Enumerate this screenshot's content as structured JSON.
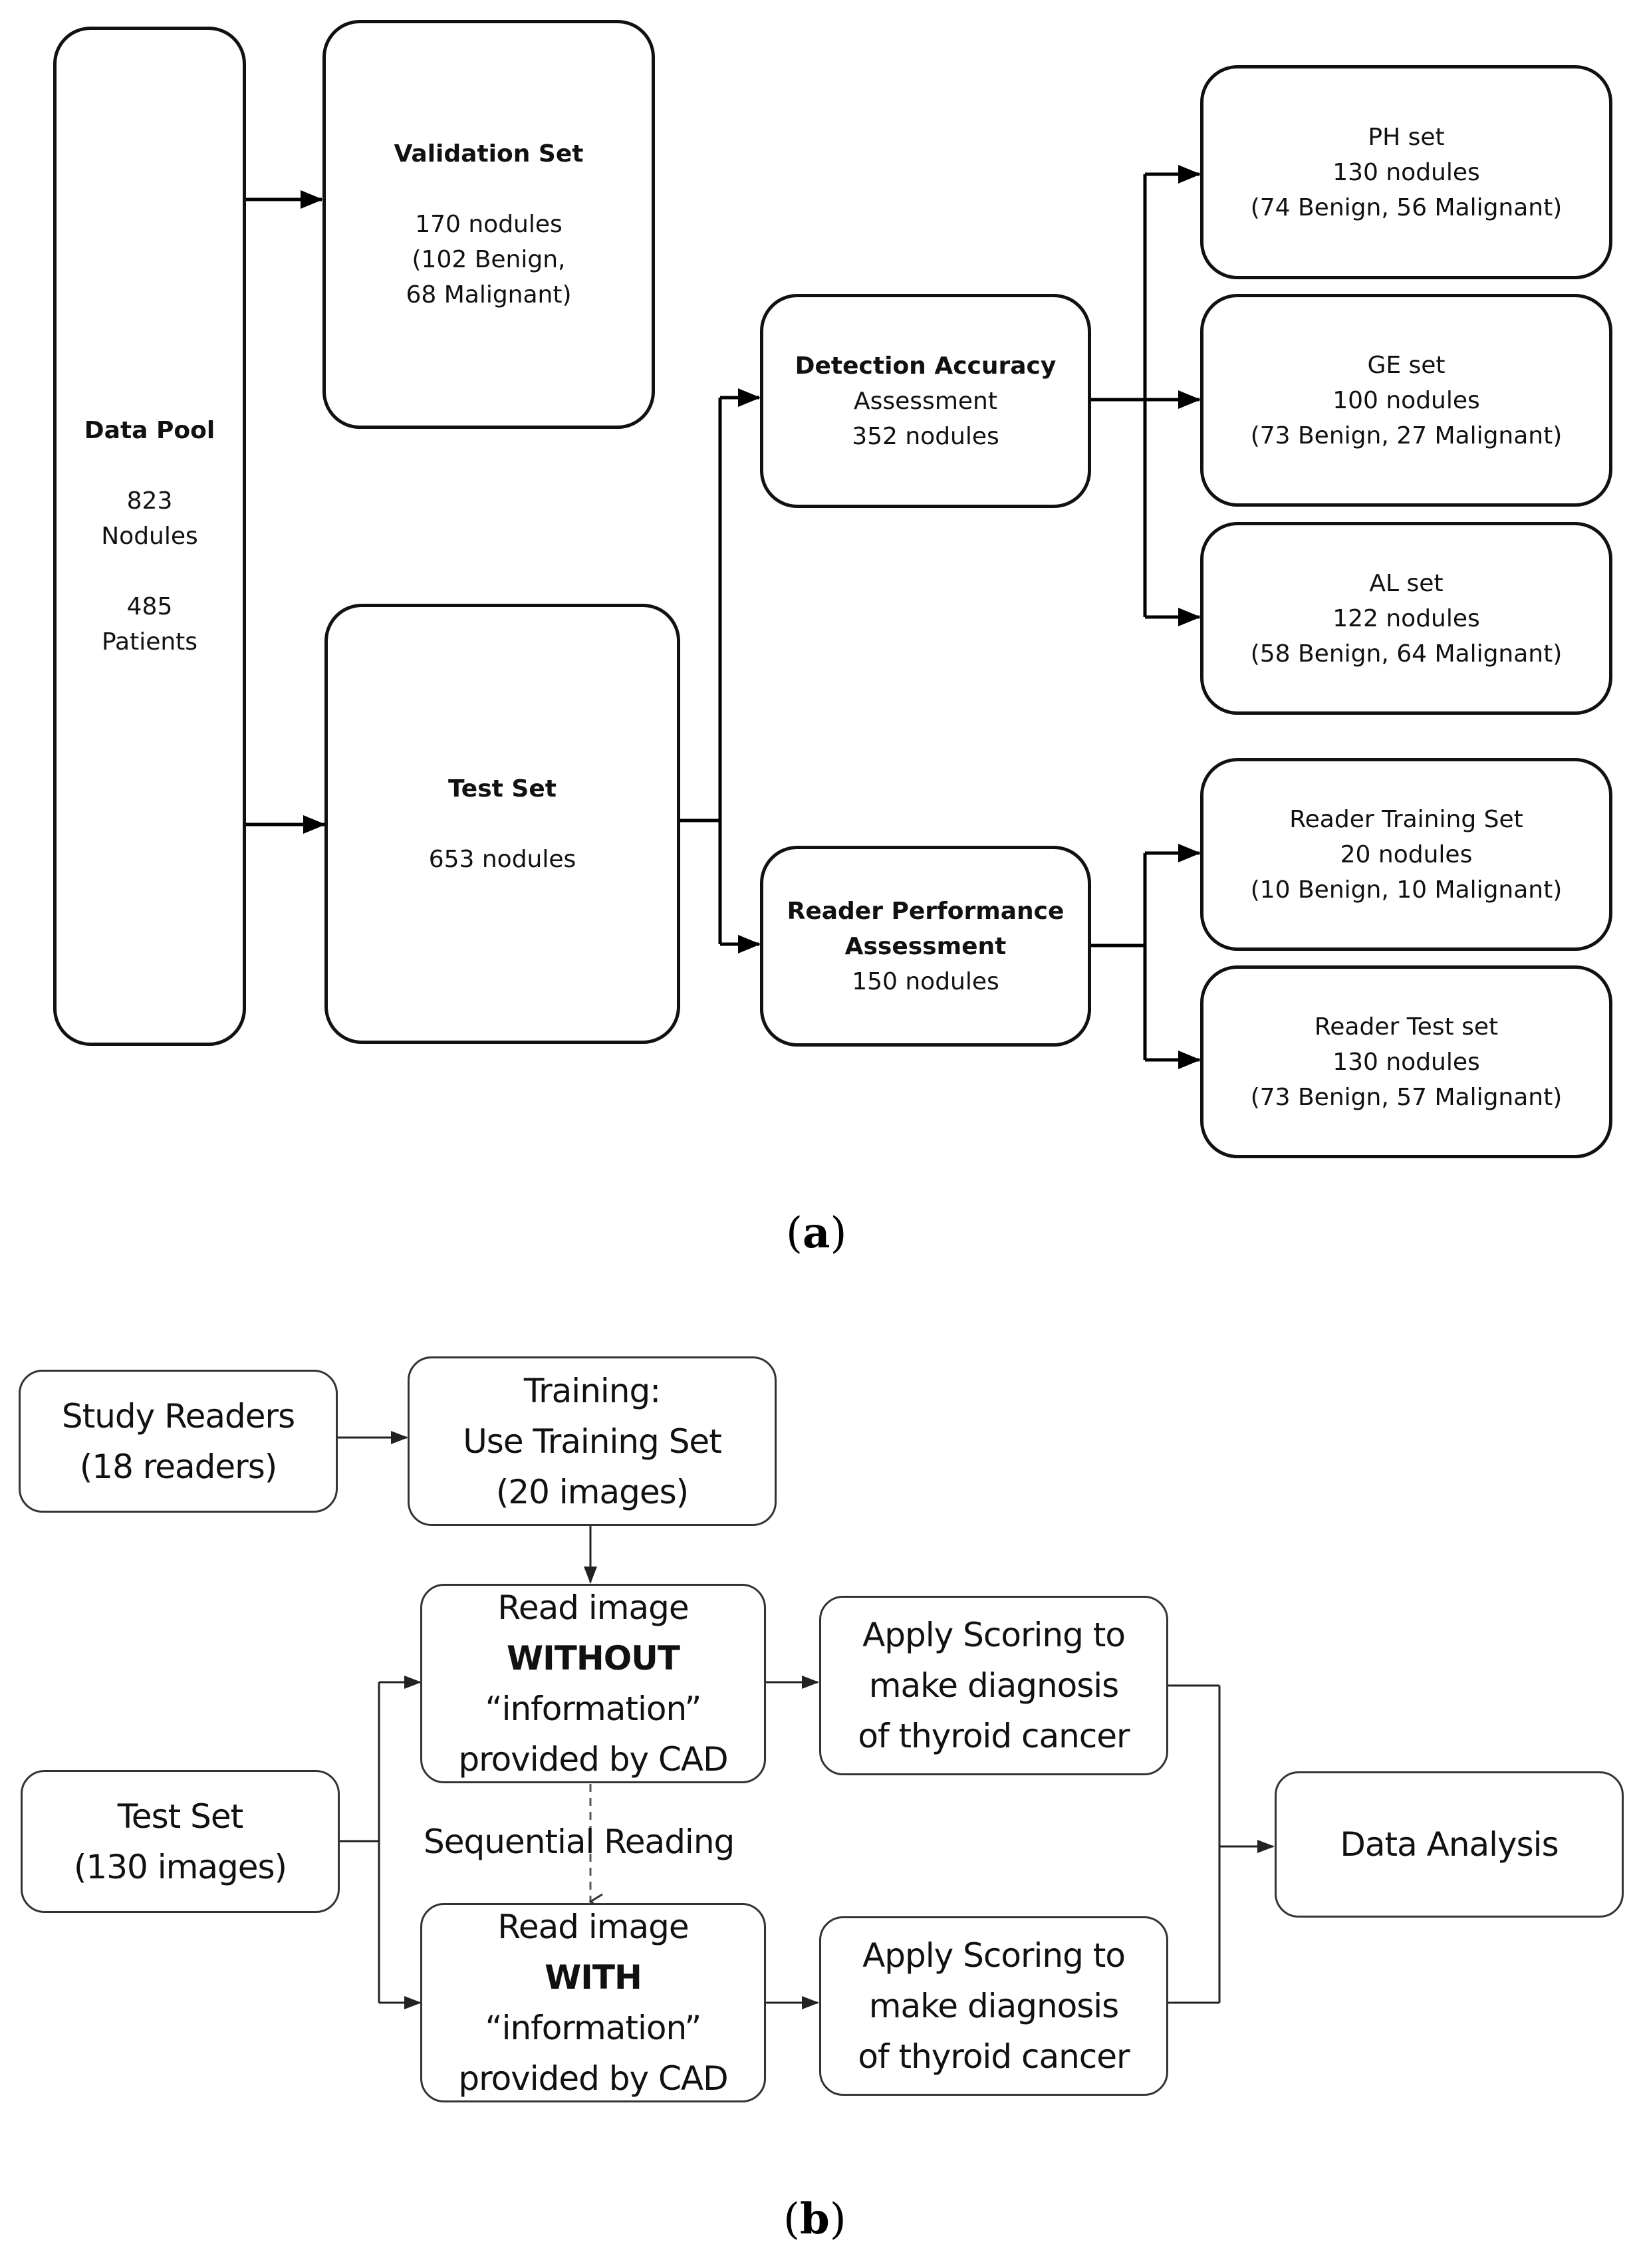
{
  "part_a": {
    "data_pool": {
      "title": "Data Pool",
      "lines": [
        "823",
        "Nodules",
        "485",
        "Patients"
      ]
    },
    "validation_set": {
      "title": "Validation Set",
      "lines": [
        "170 nodules",
        "(102 Benign,",
        "68 Malignant)"
      ]
    },
    "test_set": {
      "title": "Test Set",
      "lines": [
        "653 nodules"
      ]
    },
    "detection_accuracy": {
      "title": "Detection Accuracy",
      "lines": [
        "Assessment",
        "352 nodules"
      ]
    },
    "reader_performance": {
      "title_line1": "Reader Performance",
      "title_line2": "Assessment",
      "lines": [
        "150 nodules"
      ]
    },
    "ph_set": {
      "lines": [
        "PH set",
        "130 nodules",
        "(74 Benign, 56 Malignant)"
      ]
    },
    "ge_set": {
      "lines": [
        "GE set",
        "100 nodules",
        "(73 Benign, 27 Malignant)"
      ]
    },
    "al_set": {
      "lines": [
        "AL set",
        "122 nodules",
        "(58 Benign, 64 Malignant)"
      ]
    },
    "reader_training_set": {
      "lines": [
        "Reader Training Set",
        "20 nodules",
        "(10 Benign, 10 Malignant)"
      ]
    },
    "reader_test_set": {
      "lines": [
        "Reader Test set",
        "130 nodules",
        "(73 Benign, 57 Malignant)"
      ]
    },
    "label": "a"
  },
  "part_b": {
    "study_readers": {
      "lines": [
        "Study Readers",
        "(18 readers)"
      ]
    },
    "training": {
      "lines": [
        "Training:",
        "Use Training Set",
        "(20 images)"
      ]
    },
    "test_set": {
      "lines": [
        "Test Set",
        "(130 images)"
      ]
    },
    "read_without": {
      "line1": "Read image",
      "line2": "WITHOUT",
      "line3": "“information”",
      "line4": "provided by CAD"
    },
    "read_with": {
      "line1": "Read image",
      "line2": "WITH",
      "line3": "“information”",
      "line4": "provided by CAD"
    },
    "scoring_top": {
      "lines": [
        "Apply Scoring to",
        "make diagnosis",
        "of thyroid cancer"
      ]
    },
    "scoring_bottom": {
      "lines": [
        "Apply Scoring to",
        "make diagnosis",
        "of thyroid cancer"
      ]
    },
    "data_analysis": {
      "label": "Data Analysis"
    },
    "sequential_reading": "Sequential Reading",
    "label": "b"
  }
}
